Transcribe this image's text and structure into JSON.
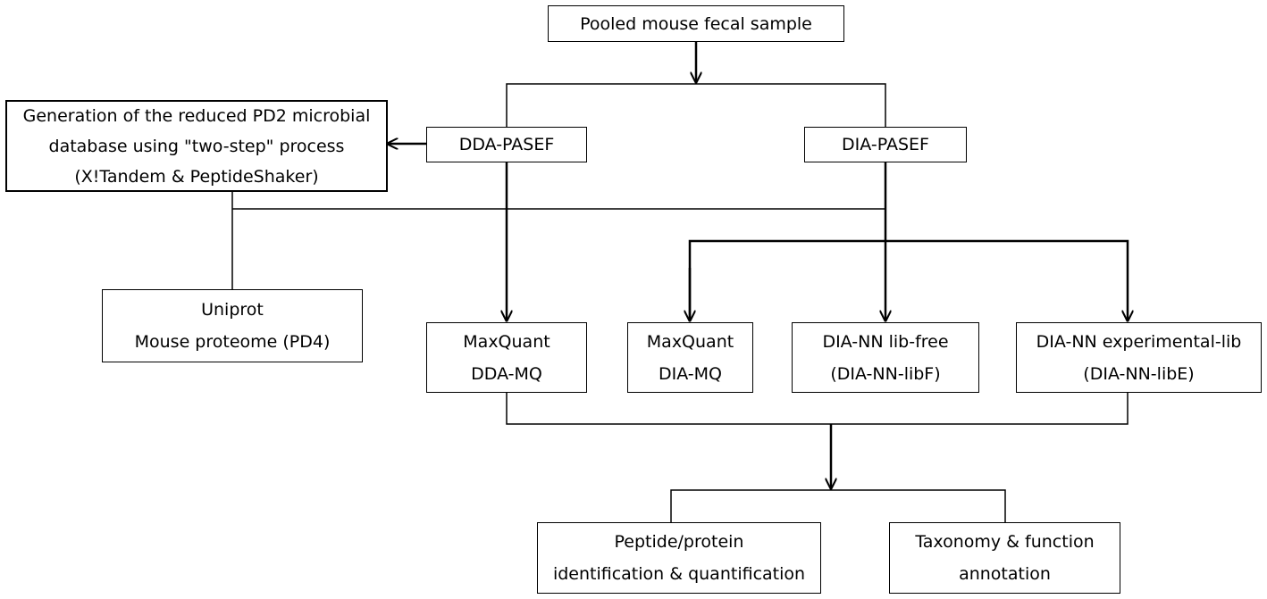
{
  "diagram": {
    "nodes": {
      "sample": {
        "lines": [
          "Pooled mouse fecal sample"
        ]
      },
      "reduced_db": {
        "lines": [
          "Generation of the reduced PD2 microbial",
          "database using \"two-step\" process",
          "(X!Tandem & PeptideShaker)"
        ]
      },
      "dda_pasef": {
        "lines": [
          "DDA-PASEF"
        ]
      },
      "dia_pasef": {
        "lines": [
          "DIA-PASEF"
        ]
      },
      "uniprot": {
        "lines": [
          "Uniprot",
          "Mouse proteome (PD4)"
        ]
      },
      "dda_mq": {
        "lines": [
          "MaxQuant",
          "DDA-MQ"
        ]
      },
      "dia_mq": {
        "lines": [
          "MaxQuant",
          "DIA-MQ"
        ]
      },
      "dia_nn_libf": {
        "lines": [
          "DIA-NN lib-free",
          "(DIA-NN-libF)"
        ]
      },
      "dia_nn_libe": {
        "lines": [
          "DIA-NN experimental-lib",
          "(DIA-NN-libE)"
        ]
      },
      "peptide_protein": {
        "lines": [
          "Peptide/protein",
          "identification & quantification"
        ]
      },
      "taxonomy": {
        "lines": [
          "Taxonomy & function",
          "annotation"
        ]
      }
    },
    "edges": [
      {
        "from": "sample",
        "to": "dda_pasef"
      },
      {
        "from": "sample",
        "to": "dia_pasef"
      },
      {
        "from": "dda_pasef",
        "to": "reduced_db"
      },
      {
        "from": "dda_pasef",
        "to": "dda_mq"
      },
      {
        "from": "dia_pasef",
        "to": "dia_mq"
      },
      {
        "from": "dia_pasef",
        "to": "dia_nn_libf"
      },
      {
        "from": "dia_pasef",
        "to": "dia_nn_libe"
      },
      {
        "from": "reduced_db",
        "to": "dia_pasef"
      },
      {
        "from": "uniprot",
        "to": "reduced_db"
      },
      {
        "from": "dda_mq",
        "to": "peptide_protein"
      },
      {
        "from": "dia_nn_libe",
        "to": "peptide_protein"
      },
      {
        "from": "dda_mq",
        "to": "taxonomy"
      },
      {
        "from": "dia_nn_libe",
        "to": "taxonomy"
      }
    ],
    "line_color": "#000000",
    "box_fill": "#ffffff"
  }
}
